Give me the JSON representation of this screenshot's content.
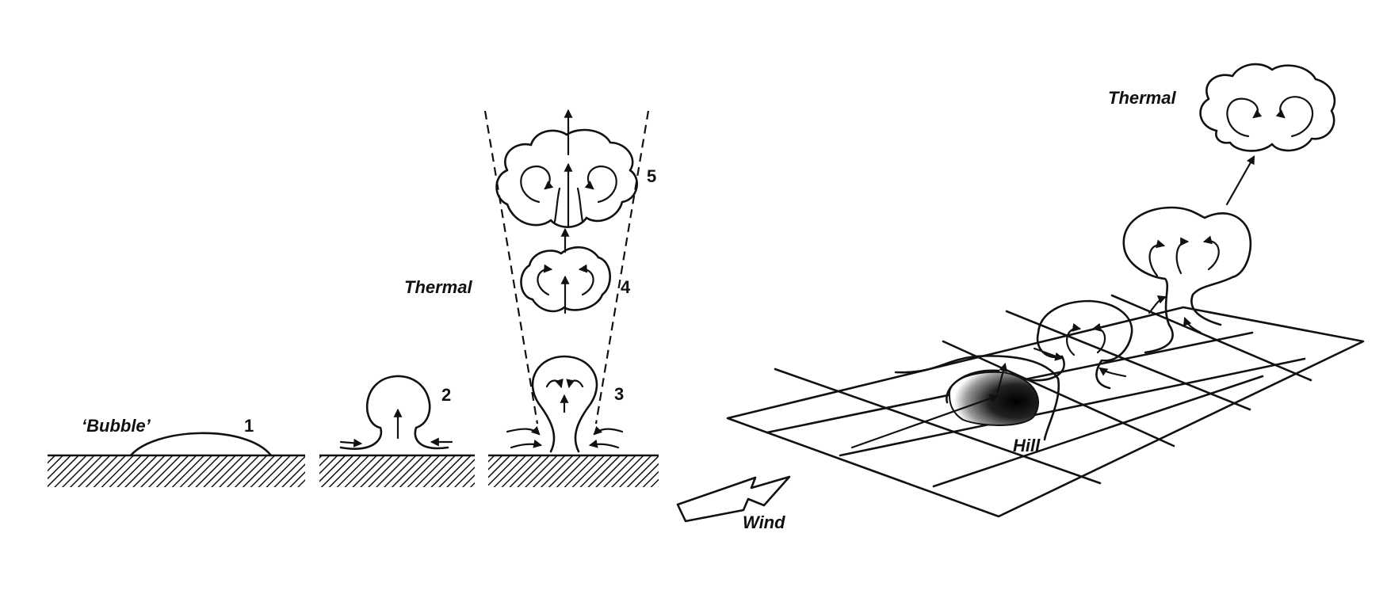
{
  "left_panel": {
    "bubble_label": "‘Bubble’",
    "thermal_label": "Thermal",
    "stage_numbers": [
      "1",
      "2",
      "3",
      "4",
      "5"
    ]
  },
  "right_panel": {
    "thermal_label": "Thermal",
    "hill_label": "Hill",
    "wind_label": "Wind"
  },
  "colors": {
    "ink": "#111111",
    "background": "#ffffff"
  }
}
